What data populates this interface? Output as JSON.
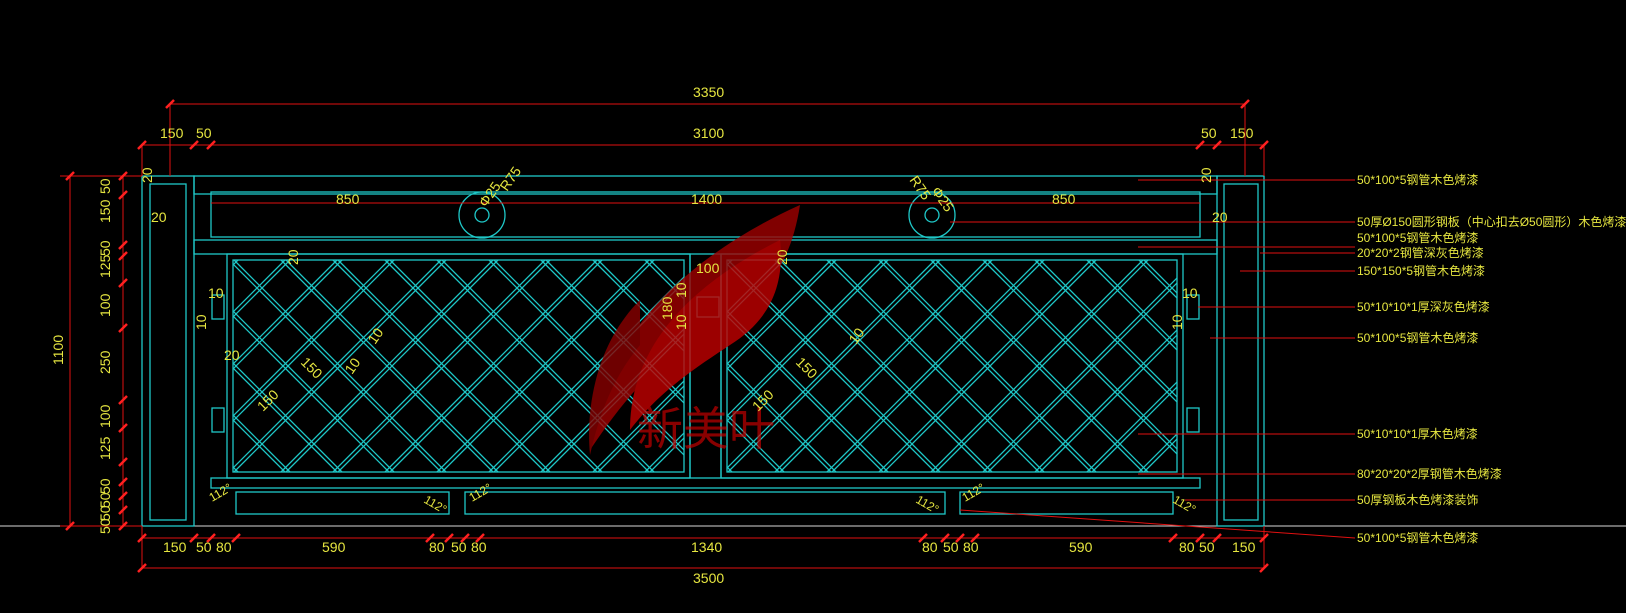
{
  "colors": {
    "background": "#000000",
    "geometry": "#1fc8c8",
    "dimension_lines": "#e01010",
    "text": "#e6e640",
    "watermark": "#c80000"
  },
  "watermark": {
    "text": "新美叶"
  },
  "dimensions": {
    "top_overall": "3350",
    "top_inner": "3100",
    "top_150_left": "150",
    "top_50_left": "50",
    "top_50_right": "50",
    "top_150_right": "150",
    "panel_850_left": "850",
    "panel_1400": "1400",
    "panel_850_right": "850",
    "radius_left": "R75",
    "radius_right": "R75",
    "hole_left": "Φ25",
    "hole_right": "Φ25",
    "left_height": "1100",
    "left_stack": [
      "50",
      "150",
      "50",
      "125",
      "100",
      "250",
      "100",
      "125",
      "50",
      "50",
      "50",
      "50"
    ],
    "bottom_overall": "3500",
    "bottom_row": [
      "150",
      "50",
      "80",
      "590",
      "80",
      "50",
      "80",
      "1340",
      "80",
      "50",
      "80",
      "590",
      "80",
      "50",
      "150"
    ],
    "inner_20s": [
      "20",
      "20",
      "20",
      "20",
      "20",
      "20",
      "20"
    ],
    "inner_10s": [
      "10",
      "10",
      "10",
      "10",
      "10",
      "10",
      "10",
      "10",
      "10"
    ],
    "diamond_150s": [
      "150",
      "150",
      "150",
      "150"
    ],
    "center_100": "100",
    "center_180": "180",
    "angle_112": [
      "112°",
      "112°",
      "112°",
      "112°",
      "112°",
      "112°"
    ]
  },
  "notes": [
    "50*100*5钢管木色烤漆",
    "50厚Ø150圆形钢板（中心扣去Ø50圆形）木色烤漆",
    "50*100*5钢管木色烤漆",
    "20*20*2钢管深灰色烤漆",
    "150*150*5钢管木色烤漆",
    "50*10*10*1厚深灰色烤漆",
    "50*100*5钢管木色烤漆",
    "50*10*10*1厚木色烤漆",
    "80*20*20*2厚钢管木色烤漆",
    "50厚钢板木色烤漆装饰",
    "50*100*5钢管木色烤漆"
  ]
}
